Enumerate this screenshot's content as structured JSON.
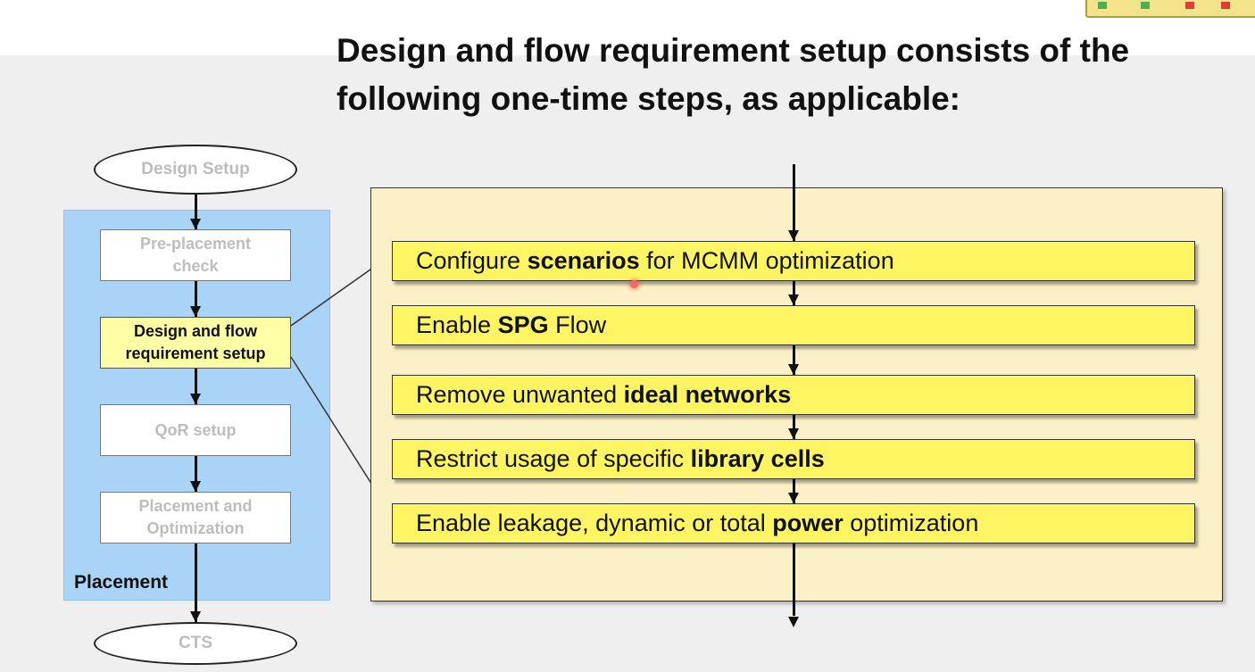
{
  "heading": {
    "line1": "Design and flow requirement setup consists of the",
    "line2": "following one-time steps, as applicable:"
  },
  "flow": {
    "start": "Design Setup",
    "steps": [
      {
        "line1": "Pre-placement",
        "line2": "check"
      },
      {
        "line1": "Design and flow",
        "line2": "requirement setup"
      },
      {
        "line1": "QoR setup",
        "line2": ""
      },
      {
        "line1": "Placement and",
        "line2": "Optimization"
      }
    ],
    "end": "CTS",
    "group_label": "Placement"
  },
  "details": [
    {
      "pre": "Configure ",
      "bold": "scenarios",
      "post": " for MCMM optimization"
    },
    {
      "pre": "Enable ",
      "bold": "SPG",
      "post": " Flow"
    },
    {
      "pre": "Remove unwanted ",
      "bold": "ideal networks",
      "post": ""
    },
    {
      "pre": "Restrict usage of specific ",
      "bold": "library cells",
      "post": ""
    },
    {
      "pre": "Enable leakage, dynamic or total ",
      "bold": "power",
      "post": " optimization"
    }
  ],
  "colors": {
    "placement_panel": "#a9d4f7",
    "active_step": "#ffffa6",
    "detail_panel": "#fcf1c6",
    "detail_step": "#fef562"
  }
}
